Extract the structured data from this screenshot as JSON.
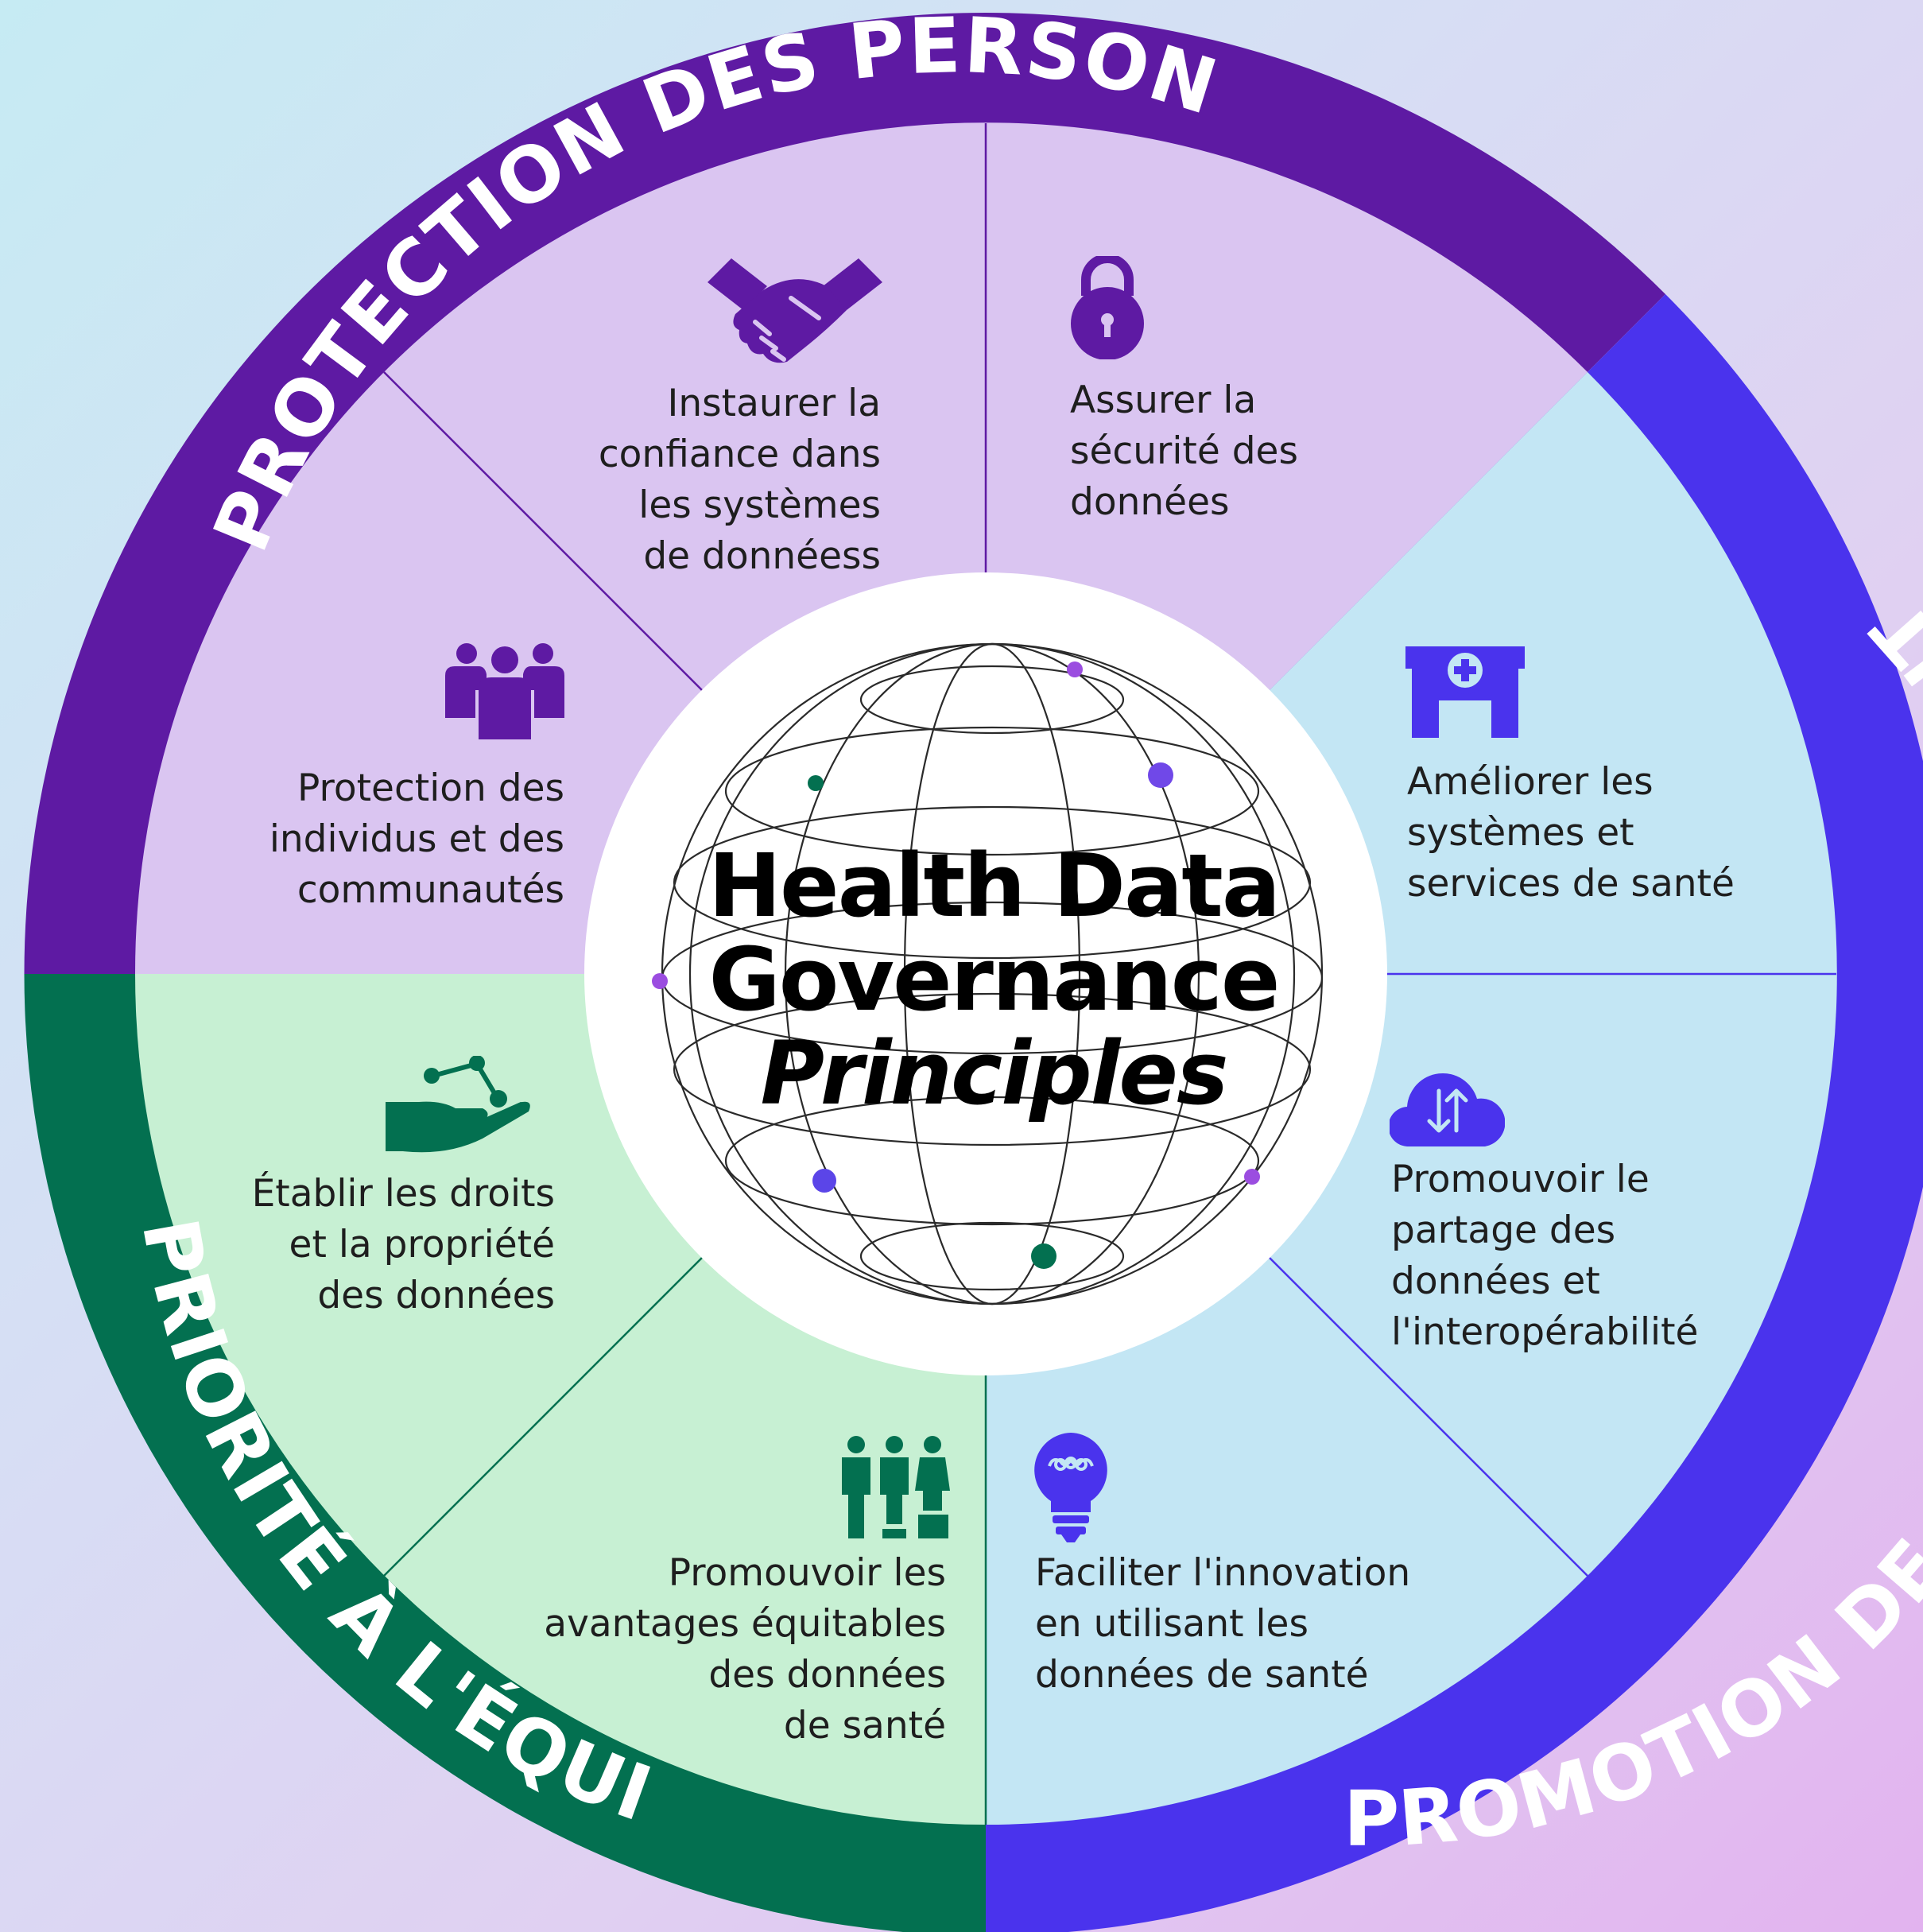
{
  "title": {
    "line1": "Health Data",
    "line2": "Governance",
    "line3": "Principles"
  },
  "ring": {
    "top": "PROTECTION DES PERSONNES",
    "right": "PROMOTION DE LA VALEUR DE LA SANTÉ",
    "left": "PRIORITÉ À L'ÉQUITÉ"
  },
  "colors": {
    "purple_ring": "#5e1aa3",
    "blue_ring": "#4a33ed",
    "green_ring": "#037050",
    "purple_fill": "#dac5f1",
    "blue_fill": "#c3e6f4",
    "green_fill": "#c7f0d3"
  },
  "principles": [
    {
      "icon": "handshake-icon",
      "text": "Instaurer la\nconfiance dans\nles systèmes\nde donnéess"
    },
    {
      "icon": "padlock-icon",
      "text": "Assurer la\nsécurité des\ndonnées"
    },
    {
      "icon": "hospital-icon",
      "text": "Améliorer les\nsystèmes et\nservices de santé"
    },
    {
      "icon": "cloud-transfer-icon",
      "text": "Promouvoir le\npartage des\ndonnées et\nl'interopérabilité"
    },
    {
      "icon": "lightbulb-icon",
      "text": "Faciliter l'innovation\nen utilisant les\ndonnées de santé"
    },
    {
      "icon": "people-equity-icon",
      "text": "Promouvoir les\navantages équitables\ndes données\nde santé"
    },
    {
      "icon": "hand-network-icon",
      "text": "Établir les droits\net la propriété\ndes données"
    },
    {
      "icon": "group-icon",
      "text": "Protection des\nindividus et des\ncommunautés"
    }
  ]
}
